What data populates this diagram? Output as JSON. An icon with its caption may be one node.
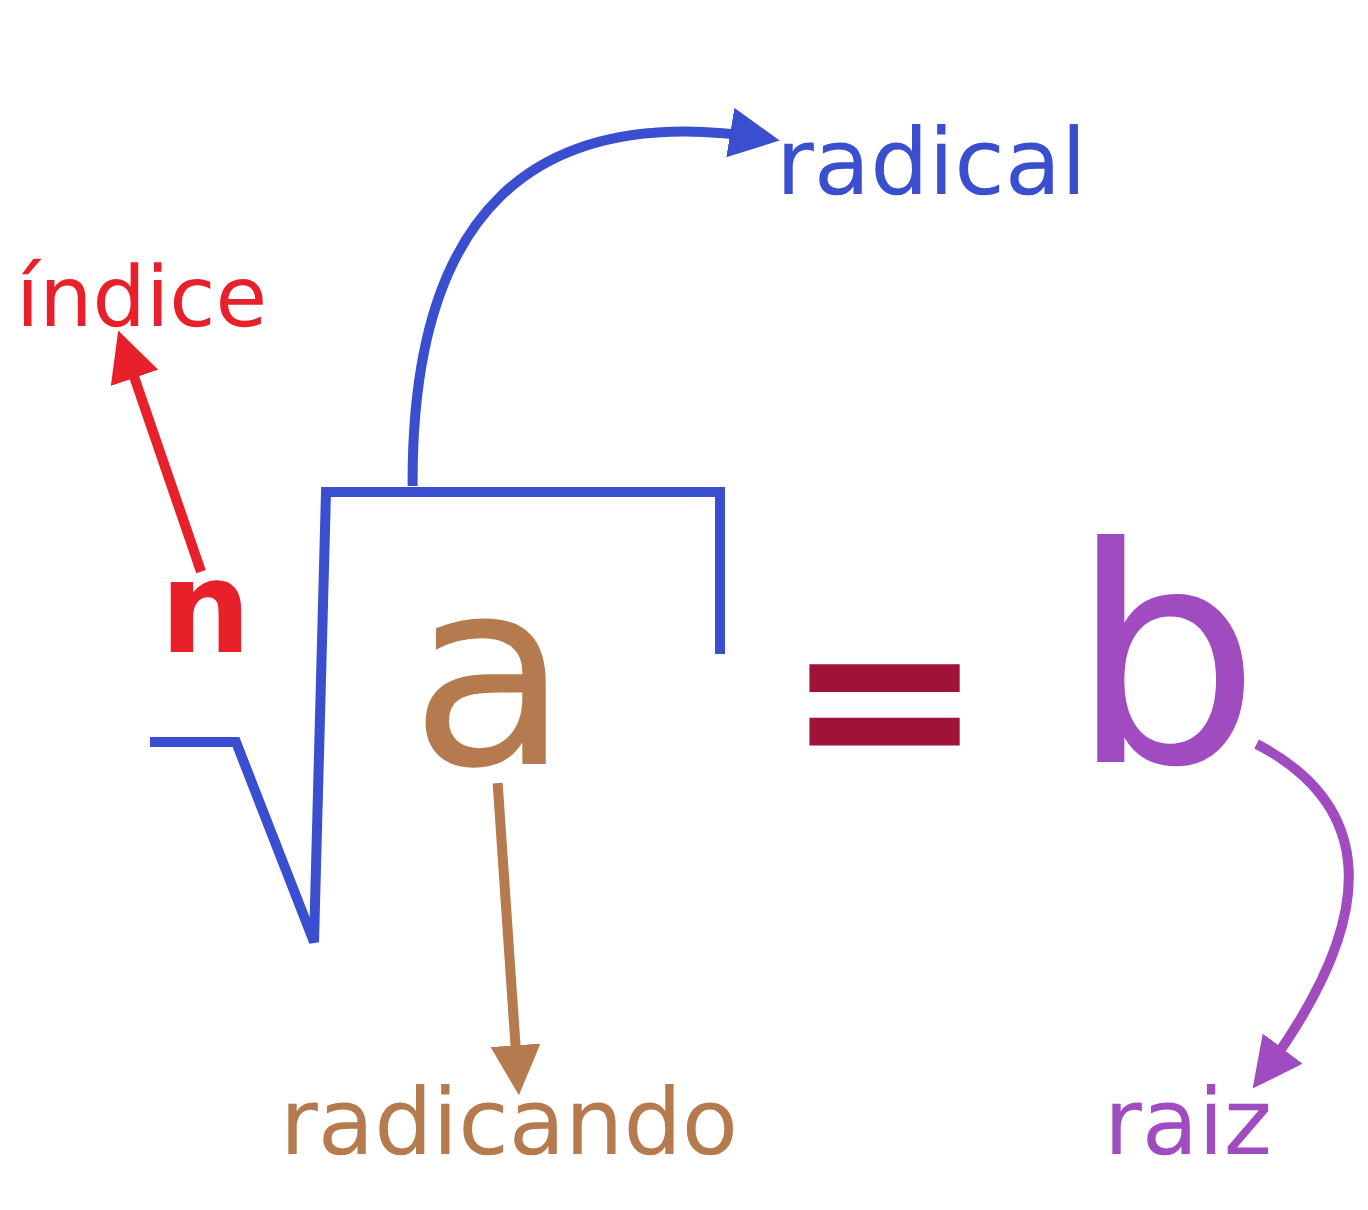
{
  "diagram": {
    "nodes": [
      {
        "text": [
          "n"
        ],
        "in": 2
      },
      {
        "text": [
          "índice"
        ]
      },
      {
        "text": [],
        "shape": "line"
      },
      {
        "text": [
          "radical"
        ]
      },
      {
        "text": [
          "a"
        ],
        "in": 2
      },
      {
        "text": [
          "radicando"
        ]
      },
      {
        "text": [
          "b"
        ]
      },
      {
        "text": [
          "raiz"
        ]
      }
    ],
    "edges": [
      {
        "from": 0,
        "to": 1,
        "arrow": "to",
        "color": "#e8202a"
      },
      {
        "from": 2,
        "to": 3,
        "arrow": "to",
        "color": "#3a4fd0"
      },
      {
        "from": 4,
        "to": 5,
        "arrow": "to",
        "color": "#b57a4d"
      },
      {
        "from": 6,
        "to": 7,
        "arrow": "to",
        "color": "#a04cc0"
      }
    ],
    "labels": [
      "="
    ]
  }
}
